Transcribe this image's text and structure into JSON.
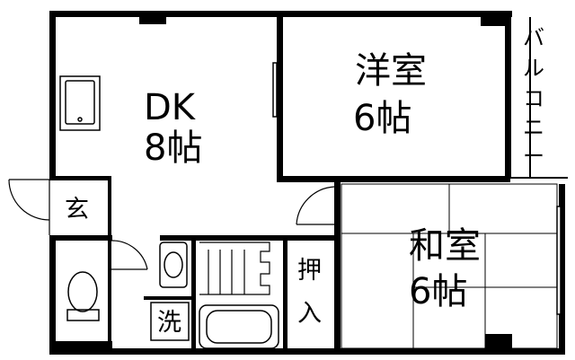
{
  "rooms": {
    "dk": {
      "name": "DK",
      "size": "8帖"
    },
    "western": {
      "name": "洋室",
      "size": "6帖"
    },
    "japanese": {
      "name": "和室",
      "size": "6帖"
    },
    "entrance": "玄",
    "closet": "押入",
    "washer": "洗",
    "balcony": [
      "バ",
      "ル",
      "コ",
      "ニ",
      "ー"
    ]
  }
}
